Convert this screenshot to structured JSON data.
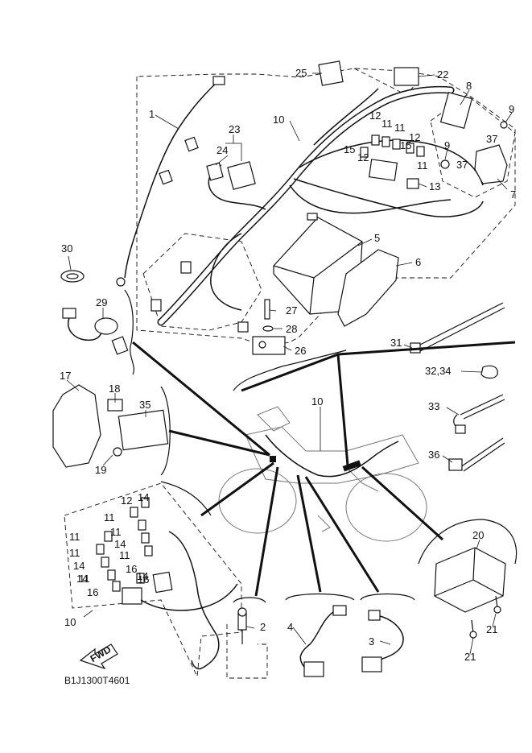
{
  "diagram_code": "B1J1300T4601",
  "fwd_label": "FWD",
  "callouts": [
    {
      "id": "c-1",
      "text": "1"
    },
    {
      "id": "c-2",
      "text": "2"
    },
    {
      "id": "c-3",
      "text": "3"
    },
    {
      "id": "c-4",
      "text": "4"
    },
    {
      "id": "c-5",
      "text": "5"
    },
    {
      "id": "c-6",
      "text": "6"
    },
    {
      "id": "c-7",
      "text": "7"
    },
    {
      "id": "c-8",
      "text": "8"
    },
    {
      "id": "c-9a",
      "text": "9"
    },
    {
      "id": "c-9b",
      "text": "9"
    },
    {
      "id": "c-10a",
      "text": "10"
    },
    {
      "id": "c-10b",
      "text": "10"
    },
    {
      "id": "c-10c",
      "text": "10"
    },
    {
      "id": "c-11a",
      "text": "11"
    },
    {
      "id": "c-11b",
      "text": "11"
    },
    {
      "id": "c-11c",
      "text": "11"
    },
    {
      "id": "c-11d",
      "text": "11"
    },
    {
      "id": "c-11e",
      "text": "11"
    },
    {
      "id": "c-11f",
      "text": "11"
    },
    {
      "id": "c-11g",
      "text": "11"
    },
    {
      "id": "c-11h",
      "text": "11"
    },
    {
      "id": "c-11i",
      "text": "11"
    },
    {
      "id": "c-12a",
      "text": "12"
    },
    {
      "id": "c-12b",
      "text": "12"
    },
    {
      "id": "c-12c",
      "text": "12"
    },
    {
      "id": "c-12d",
      "text": "12"
    },
    {
      "id": "c-13",
      "text": "13"
    },
    {
      "id": "c-14a",
      "text": "14"
    },
    {
      "id": "c-14b",
      "text": "14"
    },
    {
      "id": "c-14c",
      "text": "14"
    },
    {
      "id": "c-14d",
      "text": "14"
    },
    {
      "id": "c-14e",
      "text": "14"
    },
    {
      "id": "c-15a",
      "text": "15"
    },
    {
      "id": "c-15b",
      "text": "15"
    },
    {
      "id": "c-16a",
      "text": "16"
    },
    {
      "id": "c-16b",
      "text": "16"
    },
    {
      "id": "c-16c",
      "text": "16"
    },
    {
      "id": "c-17",
      "text": "17"
    },
    {
      "id": "c-18",
      "text": "18"
    },
    {
      "id": "c-19",
      "text": "19"
    },
    {
      "id": "c-20",
      "text": "20"
    },
    {
      "id": "c-21a",
      "text": "21"
    },
    {
      "id": "c-21b",
      "text": "21"
    },
    {
      "id": "c-22",
      "text": "22"
    },
    {
      "id": "c-23",
      "text": "23"
    },
    {
      "id": "c-24",
      "text": "24"
    },
    {
      "id": "c-25",
      "text": "25"
    },
    {
      "id": "c-26",
      "text": "26"
    },
    {
      "id": "c-27",
      "text": "27"
    },
    {
      "id": "c-28",
      "text": "28"
    },
    {
      "id": "c-29",
      "text": "29"
    },
    {
      "id": "c-30",
      "text": "30"
    },
    {
      "id": "c-31",
      "text": "31"
    },
    {
      "id": "c-32-34",
      "text": "32,34"
    },
    {
      "id": "c-33",
      "text": "33"
    },
    {
      "id": "c-35",
      "text": "35"
    },
    {
      "id": "c-36",
      "text": "36"
    },
    {
      "id": "c-37a",
      "text": "37"
    },
    {
      "id": "c-37b",
      "text": "37"
    }
  ]
}
